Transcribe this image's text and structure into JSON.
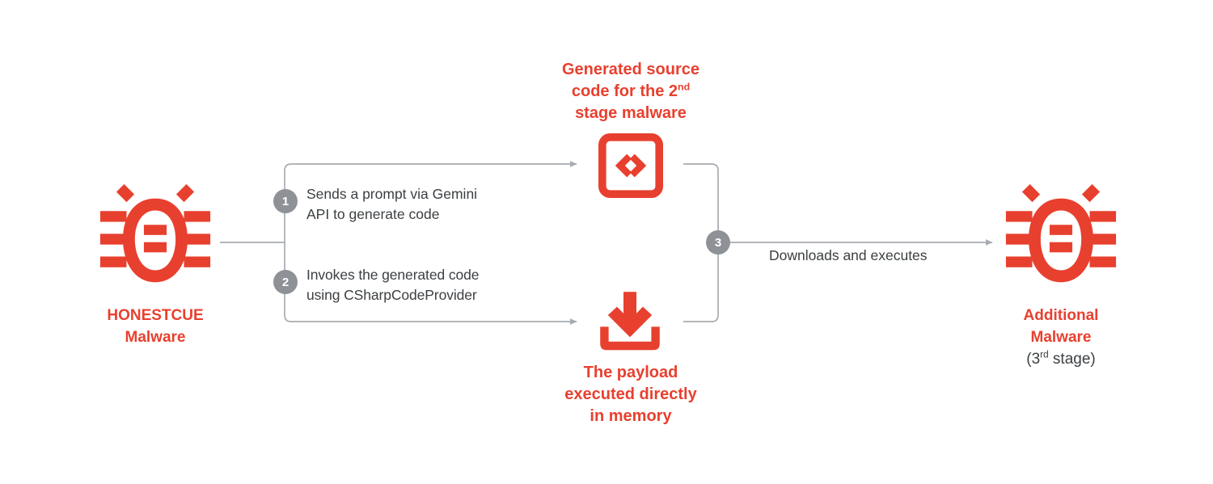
{
  "diagram": {
    "title": "HONESTCUE malware Gemini API code generation flow",
    "colors": {
      "red": "#e8402f",
      "line_gray": "#a8acb1",
      "badge_gray": "#8e9297",
      "text_gray": "#3c4043",
      "background": "#ffffff"
    }
  },
  "nodes": {
    "source_malware": {
      "icon": "bug-icon",
      "name": "HONESTCUE",
      "subtitle": "Malware"
    },
    "generated_code": {
      "icon": "code-brackets-icon",
      "label_line1": "Generated source",
      "label_line2_pre": "code for the 2",
      "label_line2_sup": "nd",
      "label_line3": "stage malware"
    },
    "payload": {
      "icon": "download-icon",
      "label_line1": "The payload",
      "label_line2": "executed directly",
      "label_line3": "in memory"
    },
    "additional_malware": {
      "icon": "bug-icon",
      "name_line1": "Additional",
      "name_line2": "Malware",
      "stage_pre": "(3",
      "stage_sup": "rd",
      "stage_post": " stage)"
    }
  },
  "steps": [
    {
      "number": "1",
      "text": "Sends a prompt via Gemini\nAPI to generate code"
    },
    {
      "number": "2",
      "text": "Invokes the generated code\nusing CSharpCodeProvider"
    },
    {
      "number": "3",
      "text": "Downloads and executes"
    }
  ]
}
